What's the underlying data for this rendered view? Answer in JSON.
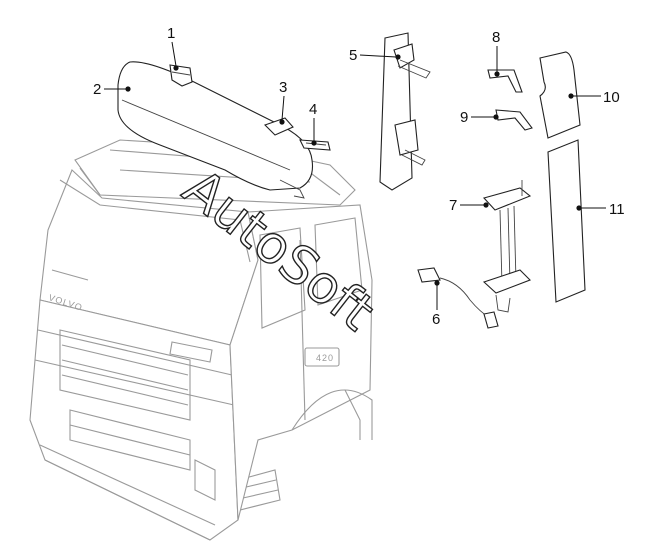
{
  "diagram": {
    "brand_text": "VOLVO",
    "model_badge": "420",
    "watermark": "AutoSoft",
    "callouts": [
      {
        "number": "1",
        "part": "bracket"
      },
      {
        "number": "2",
        "part": "sun-visor"
      },
      {
        "number": "3",
        "part": "bracket"
      },
      {
        "number": "4",
        "part": "clip"
      },
      {
        "number": "5",
        "part": "air-deflector-bracket"
      },
      {
        "number": "6",
        "part": "cable"
      },
      {
        "number": "7",
        "part": "bracket-assembly"
      },
      {
        "number": "8",
        "part": "bracket"
      },
      {
        "number": "9",
        "part": "bracket"
      },
      {
        "number": "10",
        "part": "side-deflector-upper"
      },
      {
        "number": "11",
        "part": "side-deflector-lower"
      }
    ]
  }
}
